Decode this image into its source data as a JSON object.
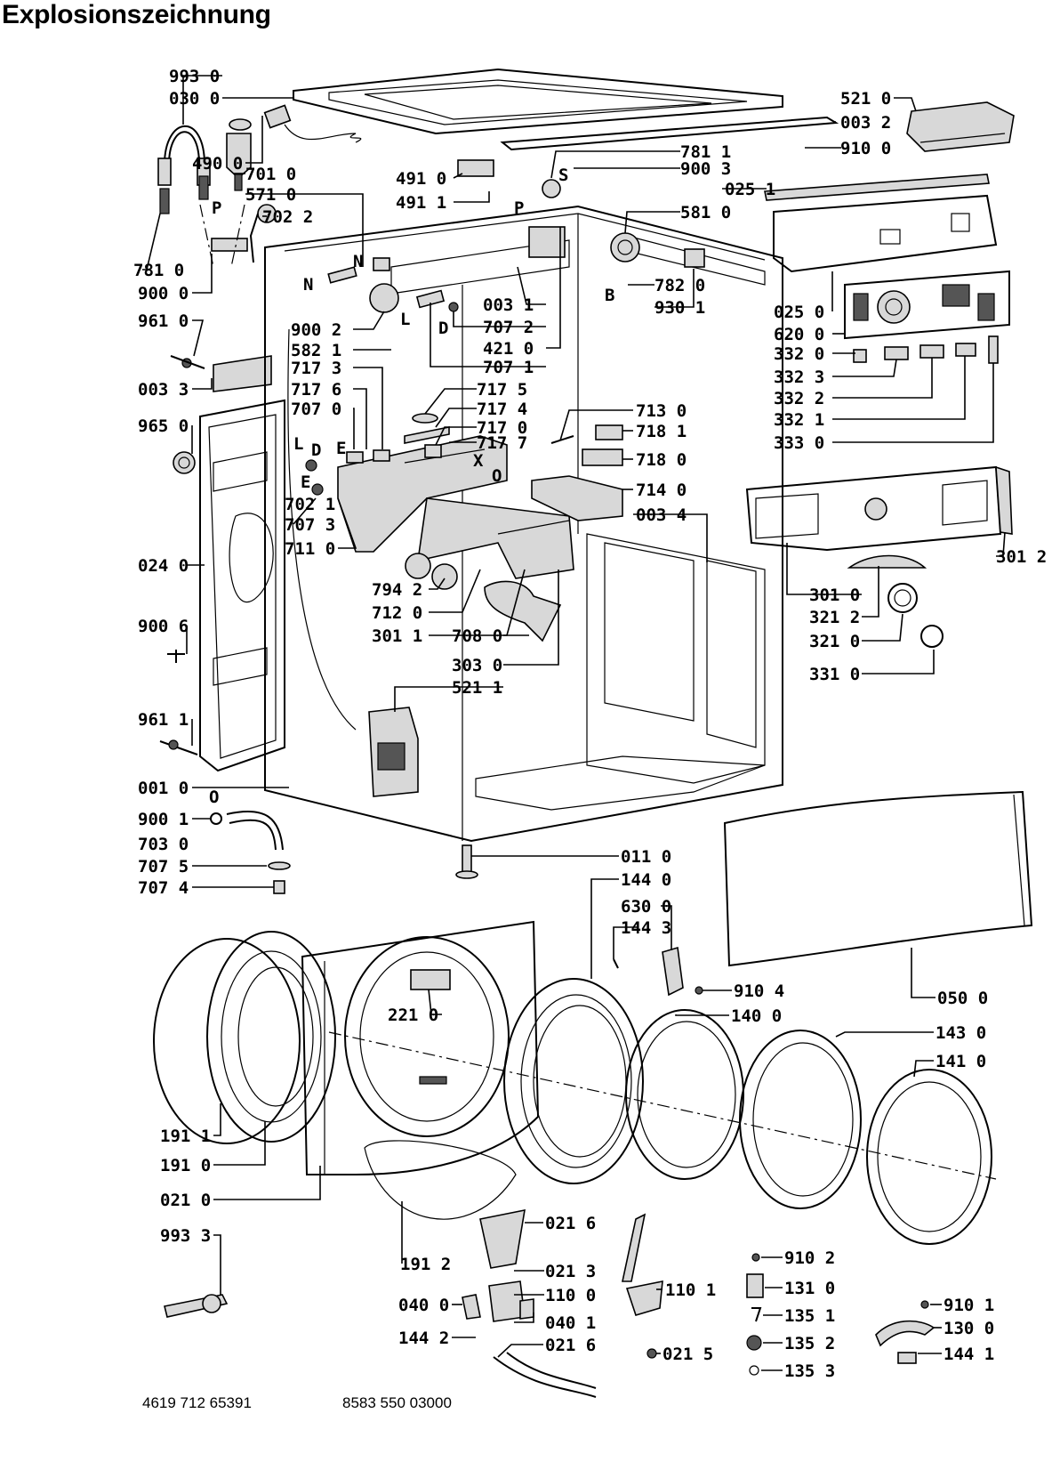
{
  "title": "Explosionszeichnung",
  "footer": {
    "left": "4619 712 65391",
    "right": "8583 550 03000"
  },
  "labels": {
    "l_993_0": "993 0",
    "l_030_0": "030 0",
    "l_490_0": "490 0",
    "l_701_0": "701 0",
    "l_571_0": "571 0",
    "l_702_2": "702 2",
    "l_781_0": "781 0",
    "l_900_0": "900 0",
    "l_961_0": "961 0",
    "l_003_3": "003 3",
    "l_965_0": "965 0",
    "l_024_0": "024 0",
    "l_900_6": "900 6",
    "l_961_1": "961 1",
    "l_001_0": "001 0",
    "l_900_1": "900 1",
    "l_703_0": "703 0",
    "l_707_5": "707 5",
    "l_707_4": "707 4",
    "l_491_0": "491 0",
    "l_491_1": "491 1",
    "l_781_1": "781 1",
    "l_900_3": "900 3",
    "l_581_0": "581 0",
    "l_782_0": "782 0",
    "l_930_1": "930 1",
    "l_003_1": "003 1",
    "l_707_2": "707 2",
    "l_421_0": "421 0",
    "l_707_1": "707 1",
    "l_900_2": "900 2",
    "l_582_1": "582 1",
    "l_717_3": "717 3",
    "l_717_6": "717 6",
    "l_707_0": "707 0",
    "l_717_5": "717 5",
    "l_717_4": "717 4",
    "l_717_0": "717 0",
    "l_717_7": "717 7",
    "l_713_0": "713 0",
    "l_718_1": "718 1",
    "l_718_0": "718 0",
    "l_714_0": "714 0",
    "l_003_4": "003 4",
    "l_702_1": "702 1",
    "l_707_3": "707 3",
    "l_711_0": "711 0",
    "l_794_2": "794 2",
    "l_712_0": "712 0",
    "l_301_1": "301 1",
    "l_708_0": "708 0",
    "l_303_0": "303 0",
    "l_521_1": "521 1",
    "l_521_0": "521 0",
    "l_003_2": "003 2",
    "l_910_0": "910 0",
    "l_025_1": "025 1",
    "l_025_0": "025 0",
    "l_620_0": "620 0",
    "l_332_0": "332 0",
    "l_332_3": "332 3",
    "l_332_2": "332 2",
    "l_332_1": "332 1",
    "l_333_0": "333 0",
    "l_301_2": "301 2",
    "l_301_0": "301 0",
    "l_321_2": "321 2",
    "l_321_0": "321 0",
    "l_331_0": "331 0",
    "l_011_0": "011 0",
    "l_144_0": "144 0",
    "l_630_0": "630 0",
    "l_144_3": "144 3",
    "l_910_4": "910 4",
    "l_050_0": "050 0",
    "l_140_0": "140 0",
    "l_143_0": "143 0",
    "l_141_0": "141 0",
    "l_221_0": "221 0",
    "l_191_1": "191 1",
    "l_191_0": "191 0",
    "l_021_0": "021 0",
    "l_993_3": "993 3",
    "l_191_2": "191 2",
    "l_021_6a": "021 6",
    "l_021_3": "021 3",
    "l_110_0": "110 0",
    "l_110_1": "110 1",
    "l_040_0": "040 0",
    "l_040_1": "040 1",
    "l_144_2": "144 2",
    "l_021_6b": "021 6",
    "l_021_5": "021 5",
    "l_910_2": "910 2",
    "l_131_0": "131 0",
    "l_135_1": "135 1",
    "l_135_2": "135 2",
    "l_135_3": "135 3",
    "l_910_1": "910 1",
    "l_130_0": "130 0",
    "l_144_1": "144 1"
  },
  "letters": {
    "p1": "P",
    "p2": "P",
    "s": "S",
    "n1": "N",
    "n2": "N",
    "l1": "L",
    "l2": "L",
    "d1": "D",
    "d2": "D",
    "b": "B",
    "e1": "E",
    "e2": "E",
    "x": "X",
    "o1": "O",
    "o2": "O"
  }
}
